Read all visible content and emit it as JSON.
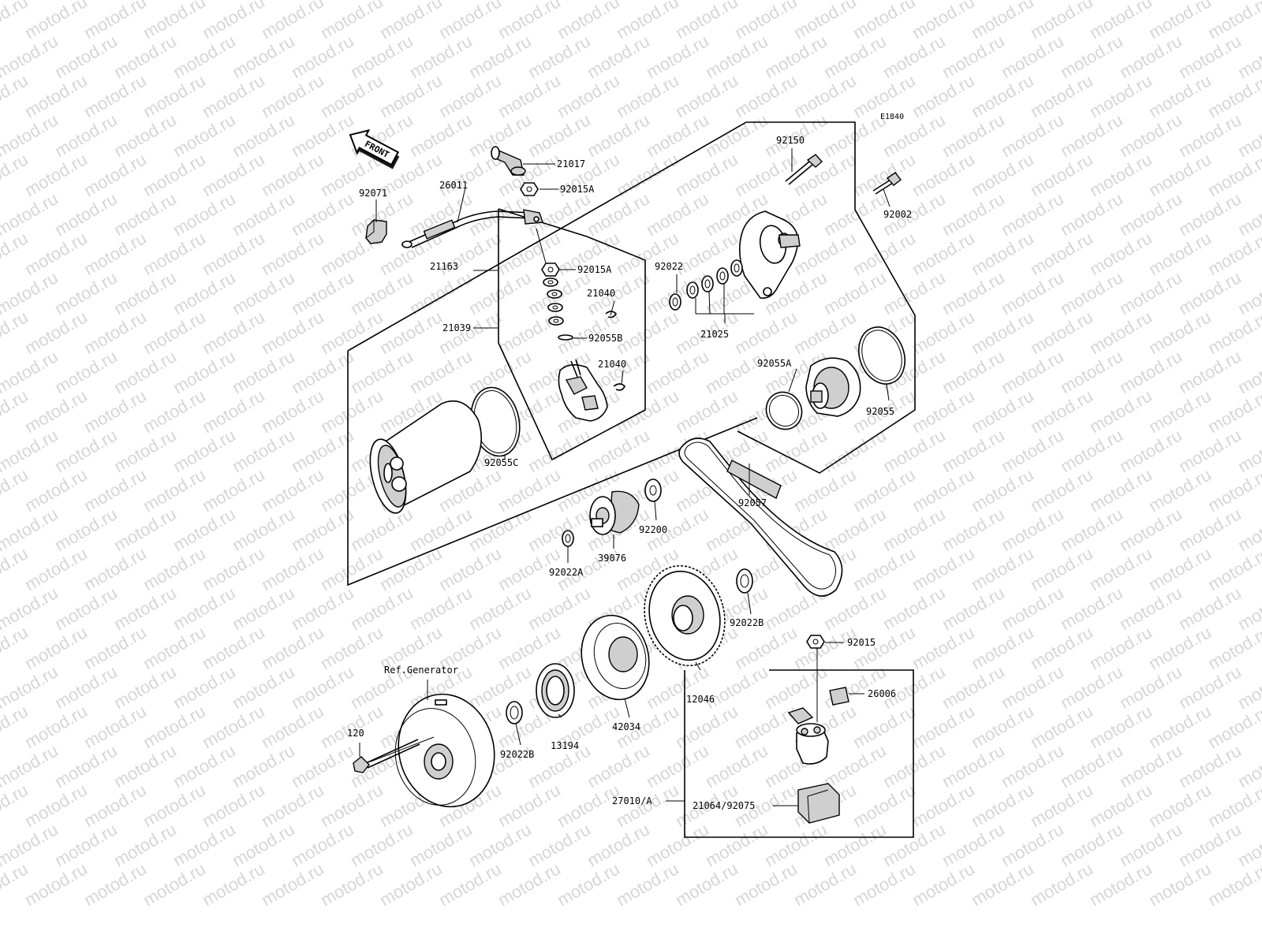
{
  "watermark": "motod.ru",
  "diagram_code": "E1840",
  "front_label": "FRONT",
  "labels": {
    "p21017": "21017",
    "p92015A_top": "92015A",
    "p26011": "26011",
    "p92071": "92071",
    "p21163": "21163",
    "p92015A_mid": "92015A",
    "p21040_a": "21040",
    "p21039": "21039",
    "p92055B": "92055B",
    "p21040_b": "21040",
    "p92150": "92150",
    "p92002": "92002",
    "p92022": "92022",
    "p21025": "21025",
    "p92055A": "92055A",
    "p92055": "92055",
    "p92055C": "92055C",
    "p92057": "92057",
    "p92200": "92200",
    "p39076": "39076",
    "p92022A": "92022A",
    "p92022B_right": "92022B",
    "p92015": "92015",
    "p26006": "26006",
    "ref_generator": "Ref.Generator",
    "p120": "120",
    "p92022B_left": "92022B",
    "p13194": "13194",
    "p42034": "42034",
    "p12046": "12046",
    "p27010A": "27010/A",
    "p21064_92075": "21064/92075"
  }
}
